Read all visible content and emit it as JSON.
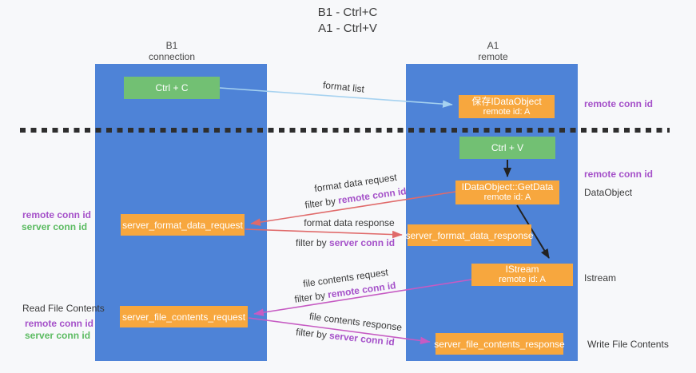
{
  "title": {
    "line1": "B1 - Ctrl+C",
    "line2": "A1 - Ctrl+V"
  },
  "lanes": {
    "left": {
      "title": "B1",
      "subtitle": "connection"
    },
    "right": {
      "title": "A1",
      "subtitle": "remote"
    }
  },
  "nodes": {
    "ctrl_c": {
      "label": "Ctrl + C"
    },
    "ctrl_v": {
      "label": "Ctrl + V"
    },
    "save_idataobject": {
      "line1": "保存IDataObject",
      "line2": "remote id: A"
    },
    "getdata": {
      "line1": "IDataObject::GetData",
      "line2": "remote id: A"
    },
    "istream": {
      "line1": "IStream",
      "line2": "remote id: A"
    },
    "format_request": {
      "label": "server_format_data_request"
    },
    "format_response": {
      "label": "server_format_data_response"
    },
    "file_request": {
      "label": "server_file_contents_request"
    },
    "file_response": {
      "label": "server_file_contents_response"
    }
  },
  "edge_labels": {
    "format_list": "format list",
    "format_data_request": "format data request",
    "format_request_filter": {
      "prefix": "filter by",
      "value": "remote conn id"
    },
    "format_data_response": "format data response",
    "format_response_filter": {
      "prefix": "filter by",
      "value": "server conn id"
    },
    "file_contents_request": "file contents request",
    "file_request_filter": {
      "prefix": "filter by",
      "value": "remote conn id"
    },
    "file_contents_response": "file contents response",
    "file_response_filter": {
      "prefix": "filter by",
      "value": "server conn id"
    }
  },
  "annotations": {
    "right_remote_conn_top": "remote conn id",
    "right_remote_conn_mid": "remote conn id",
    "dataobject": "DataObject",
    "istream": "Istream",
    "write_file_contents": "Write File Contents",
    "left_remote_conn_format": "remote conn id",
    "left_server_conn_format": "server conn id",
    "read_file_contents": "Read File Contents",
    "left_remote_conn_file": "remote conn id",
    "left_server_conn_file": "server conn id"
  },
  "colors": {
    "lane_blue": "#4e83d7",
    "node_orange": "#f7a73e",
    "node_green": "#72c073",
    "label_purple": "#a551c9",
    "label_green": "#5bbb61",
    "arrow_red": "#e06a6a",
    "arrow_magenta": "#c65bc3",
    "arrow_blue": "#a6d2f0",
    "arrow_black": "#222222",
    "dashed_divider": "#2e2e2e"
  }
}
